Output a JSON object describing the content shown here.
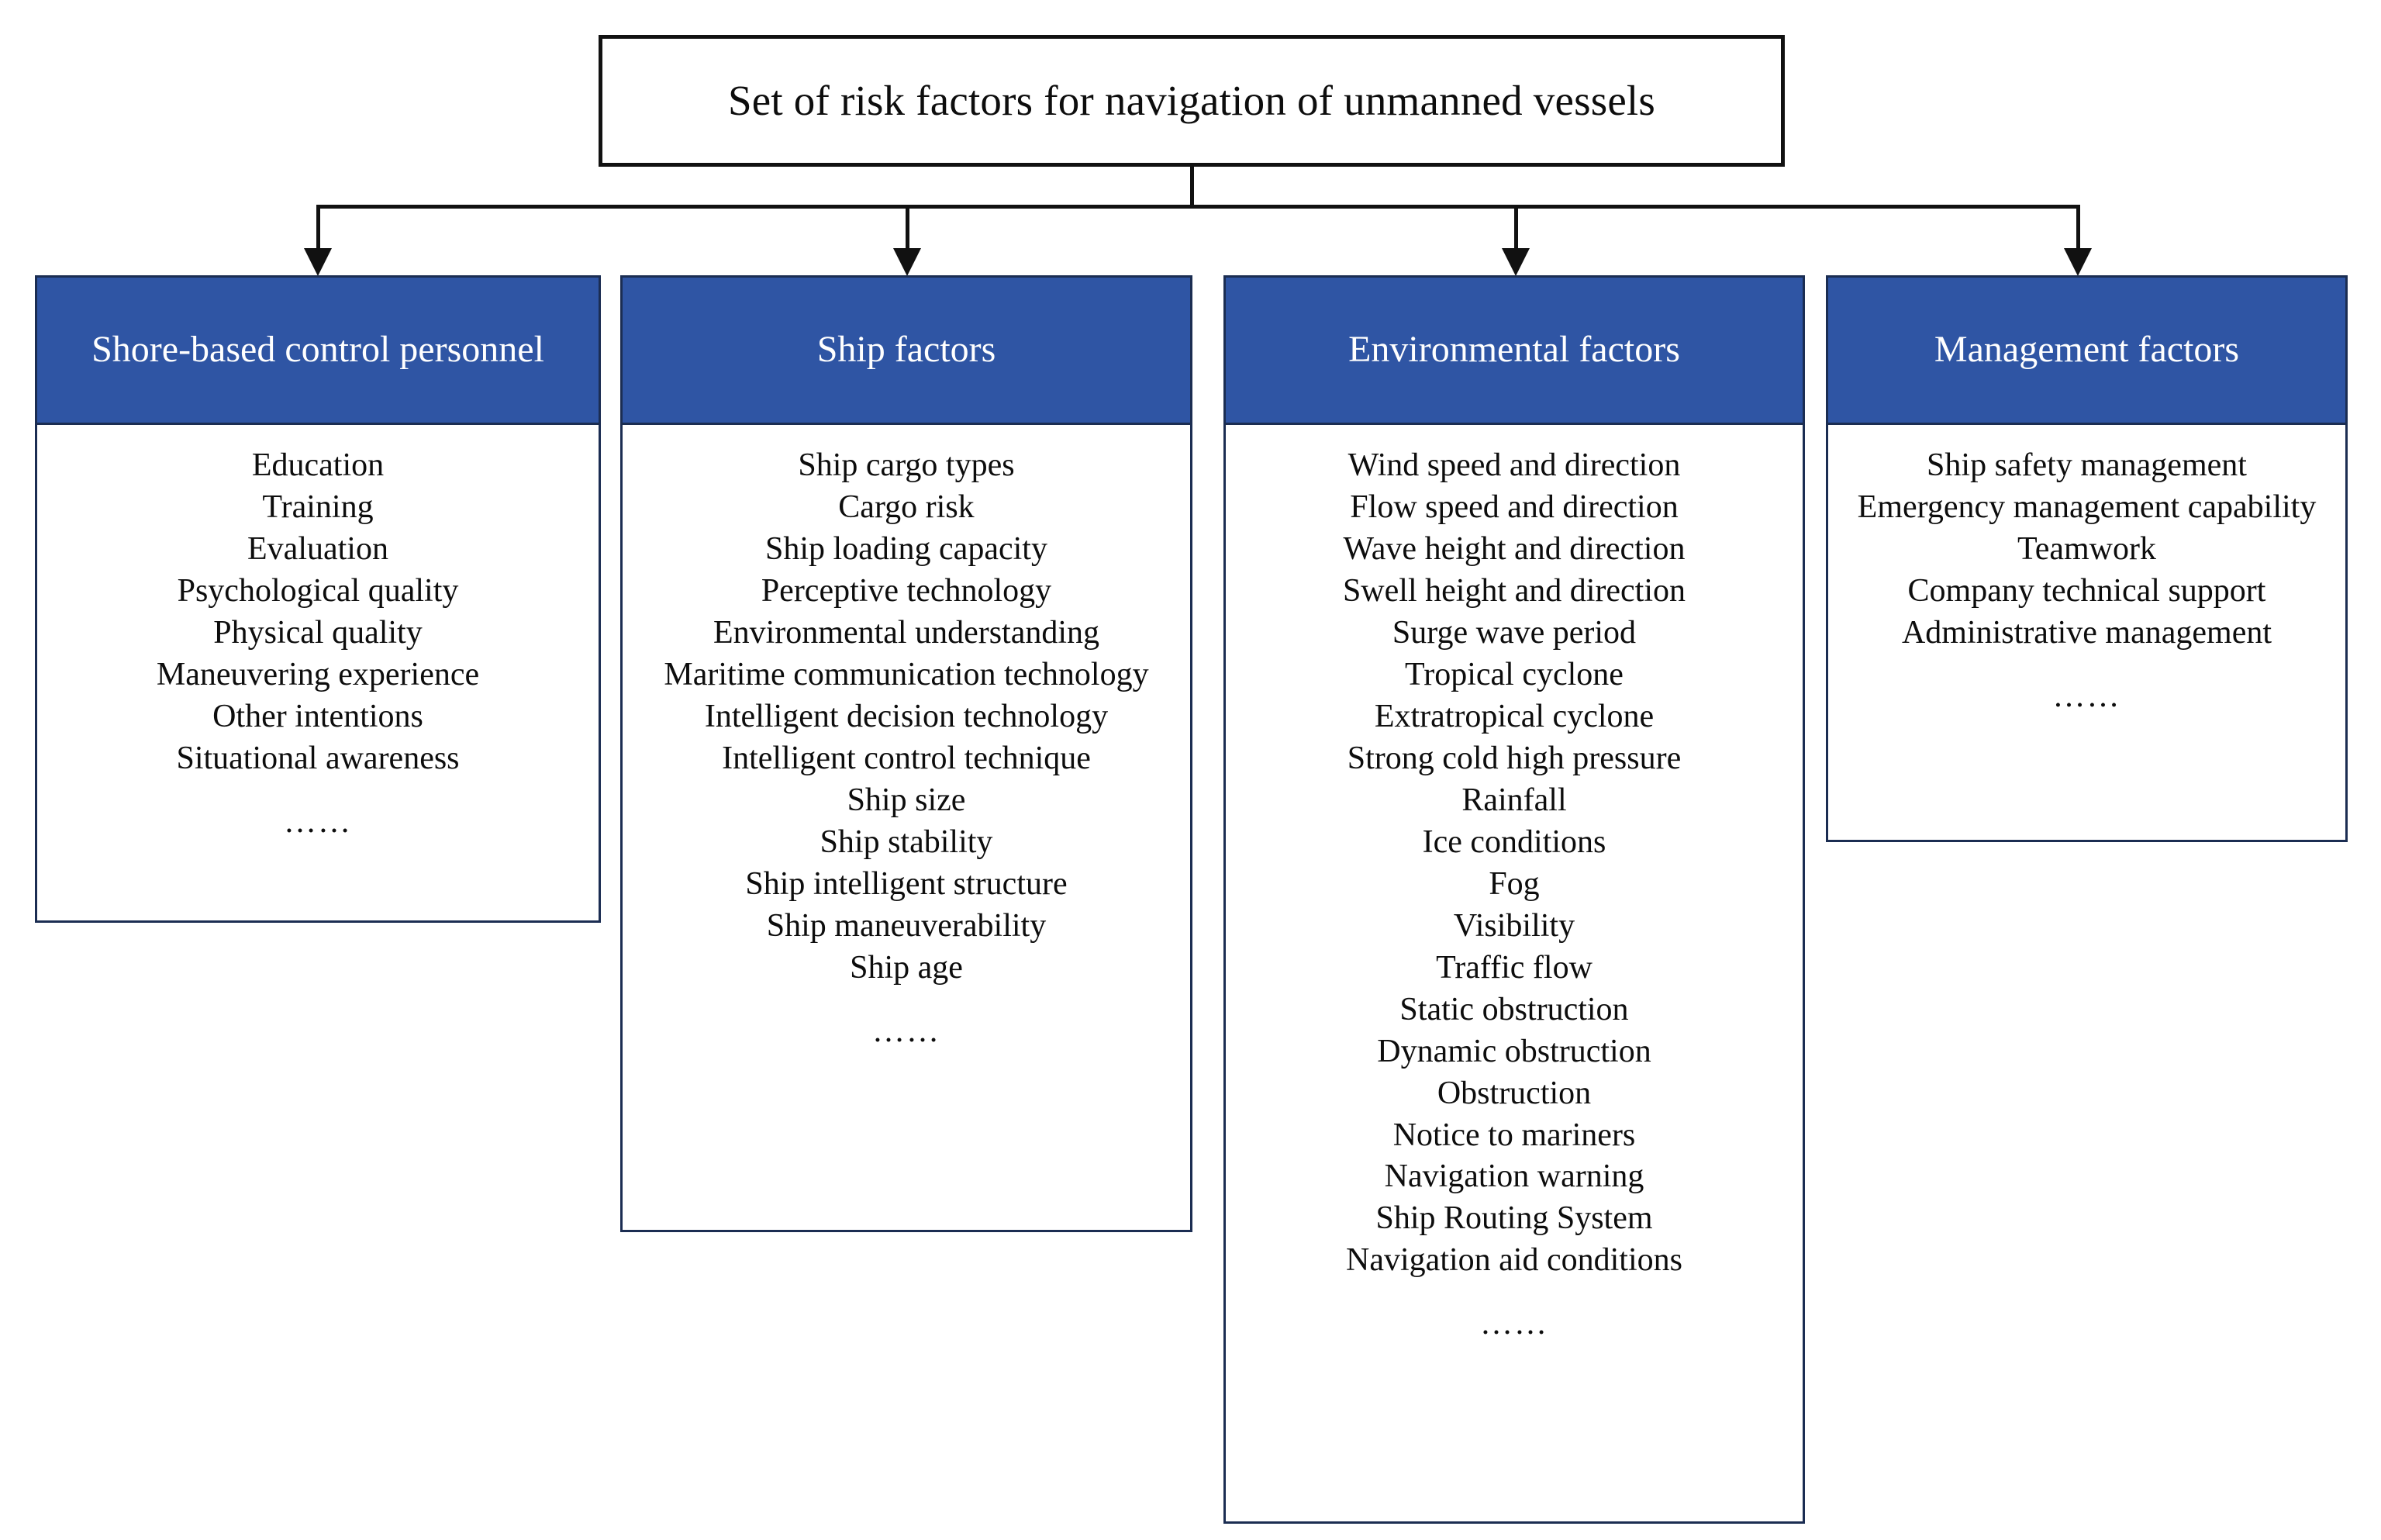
{
  "diagram": {
    "root": {
      "title": "Set of risk factors for navigation of unmanned vessels"
    },
    "columns": [
      {
        "id": "shore-based-control-personnel",
        "header": "Shore-based control personnel",
        "items": [
          "Education",
          "Training",
          "Evaluation",
          "Psychological quality",
          "Physical quality",
          "Maneuvering experience",
          "Other intentions",
          "Situational awareness"
        ],
        "ellipsis": "……"
      },
      {
        "id": "ship-factors",
        "header": "Ship factors",
        "items": [
          "Ship cargo types",
          "Cargo risk",
          "Ship loading capacity",
          "Perceptive technology",
          "Environmental understanding",
          "Maritime communication technology",
          "Intelligent decision technology",
          "Intelligent control technique",
          "Ship size",
          "Ship stability",
          "Ship intelligent structure",
          "Ship maneuverability",
          "Ship age"
        ],
        "ellipsis": "……"
      },
      {
        "id": "environmental-factors",
        "header": "Environmental factors",
        "items": [
          "Wind speed and direction",
          "Flow speed and direction",
          "Wave height and direction",
          "Swell height and direction",
          "Surge wave period",
          "Tropical cyclone",
          "Extratropical cyclone",
          "Strong cold high pressure",
          "Rainfall",
          "Ice conditions",
          "Fog",
          "Visibility",
          "Traffic flow",
          "Static obstruction",
          "Dynamic obstruction",
          "Obstruction",
          "Notice to mariners",
          "Navigation warning",
          "Ship Routing System",
          "Navigation aid conditions"
        ],
        "ellipsis": "……"
      },
      {
        "id": "management-factors",
        "header": "Management factors",
        "items": [
          "Ship safety management",
          "Emergency management capability",
          "Teamwork",
          "Company technical support",
          "Administrative management"
        ],
        "ellipsis": "……"
      }
    ],
    "colors": {
      "header_fill": "#2f55a4",
      "header_text": "#ffffff",
      "box_border": "#1b2d52",
      "root_border": "#111111",
      "connector": "#111111",
      "body_text": "#0d0d0d",
      "background": "#ffffff"
    }
  }
}
